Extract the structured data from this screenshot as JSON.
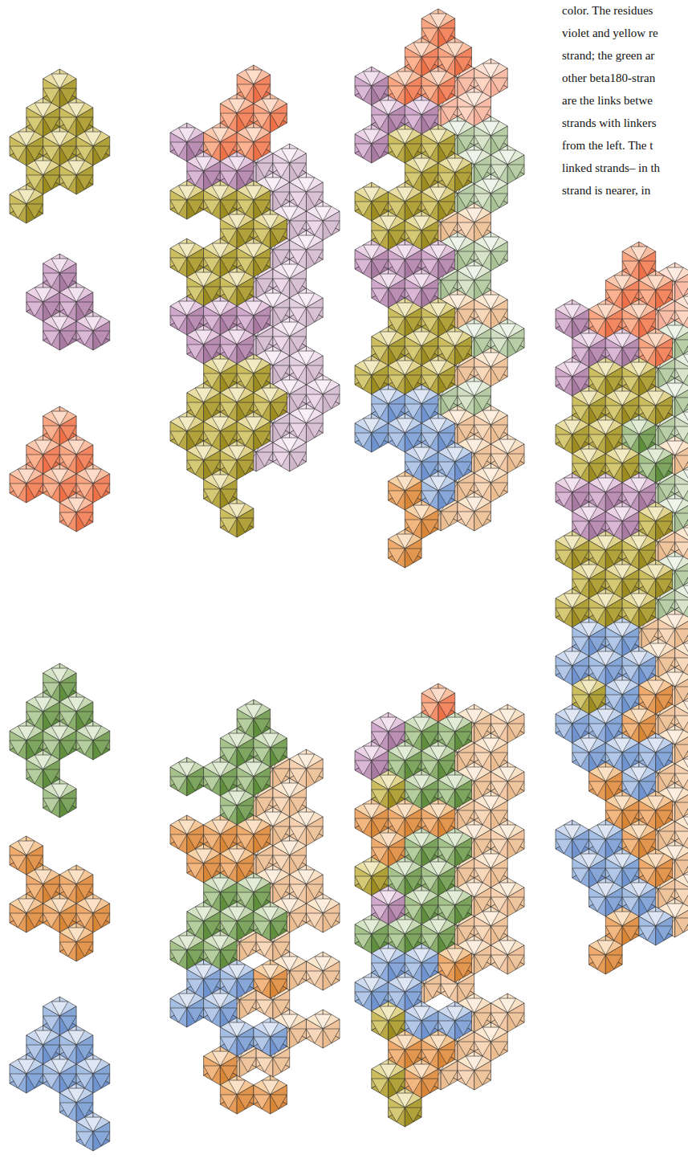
{
  "diagram": {
    "labels": [
      "color. The residues",
      "violet and yellow re",
      "strand; the green ar",
      "other beta180-stran",
      "are the links betwe",
      "strands with linkers",
      "from the left. The t",
      "linked strands– in th",
      "strand is nearer, in"
    ]
  }
}
